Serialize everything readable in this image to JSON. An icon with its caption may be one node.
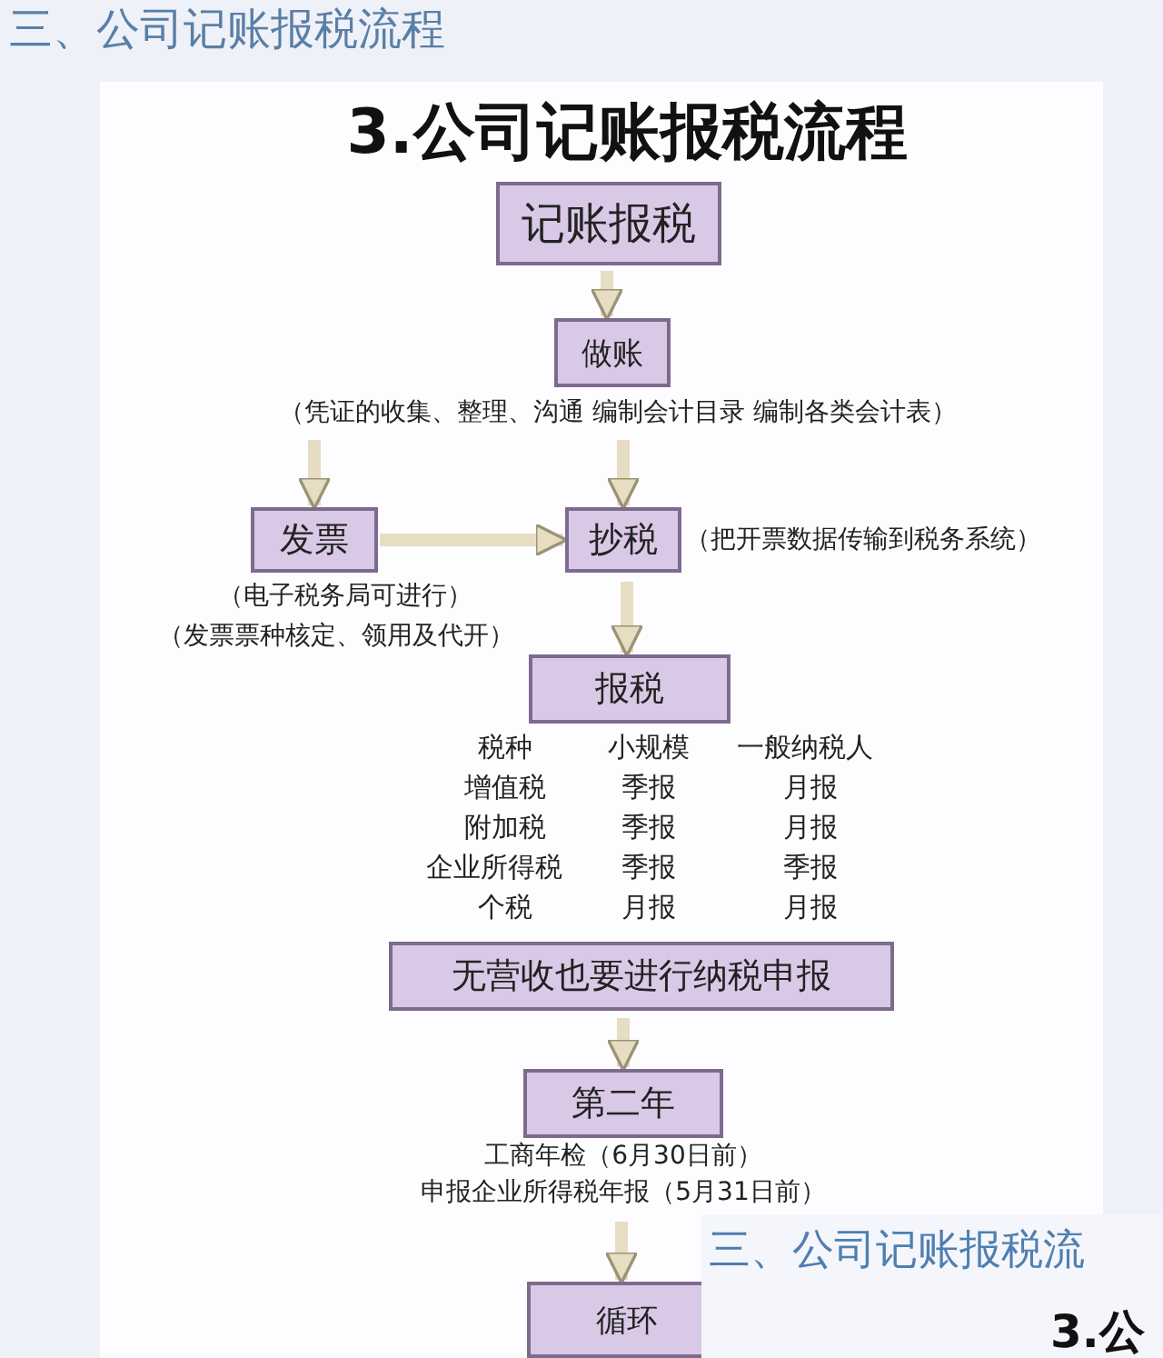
{
  "diagram": {
    "title": "3.公司记账报税流程",
    "nodes": [
      {
        "text": [
          "记账报税"
        ]
      },
      {
        "text": [
          "做账"
        ],
        "beside": [
          "（凭证的收集、整理、沟通 编制会计目录 编制各类会计表）"
        ]
      },
      {
        "text": [
          "发票"
        ],
        "beside": [
          "（电子税务局可进行）",
          "（发票票种核定、领用及代开）"
        ]
      },
      {
        "text": [
          "抄税"
        ],
        "beside": [
          "（把开票数据传输到税务系统）"
        ]
      },
      {
        "text": [
          "报税"
        ]
      },
      {
        "text": [
          "无营收也要进行纳税申报"
        ]
      },
      {
        "text": [
          "第二年"
        ],
        "beside": [
          "工商年检（6月30日前）",
          "申报企业所得税年报（5月31日前）"
        ]
      },
      {
        "text": [
          "循环"
        ]
      }
    ],
    "edges": [
      {
        "from": 0,
        "to": 1,
        "arrow": "to"
      },
      {
        "from": 1,
        "to": 2,
        "arrow": "to"
      },
      {
        "from": 1,
        "to": 3,
        "arrow": "to"
      },
      {
        "from": 2,
        "to": 3,
        "arrow": "to"
      },
      {
        "from": 3,
        "to": 4,
        "arrow": "to"
      },
      {
        "from": 5,
        "to": 6,
        "arrow": "to"
      },
      {
        "from": 6,
        "to": 7,
        "arrow": "to"
      }
    ],
    "labels": [
      "三、公司记账报税流程",
      "税种",
      "小规模",
      "一般纳税人",
      "增值税",
      "季报",
      "月报",
      "附加税",
      "季报",
      "月报",
      "企业所得税",
      "季报",
      "季报",
      "个税",
      "月报",
      "月报",
      "三、公司记账报税流",
      "3.公"
    ]
  }
}
